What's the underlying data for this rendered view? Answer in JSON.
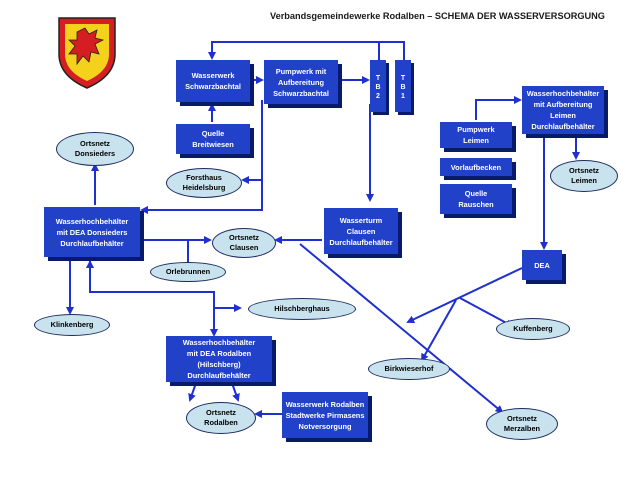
{
  "title": "Verbandsgemeindewerke Rodalben – SCHEMA DER WASSERVERSORGUNG",
  "colors": {
    "box": "#2141c8",
    "box_shadow": "#0a1a6a",
    "oval": "#c9e3ee",
    "line": "#1f2fd0",
    "crest_gold": "#f4d11b",
    "crest_red": "#d51e21"
  },
  "boxes": {
    "wasserwerk_schwarzbachtal": [
      "Wasserwerk",
      "Schwarzbachtal"
    ],
    "pumpwerk_schwarzbachtal": [
      "Pumpwerk mit",
      "Aufbereitung",
      "Schwarzbachtal"
    ],
    "quelle_breitwiesen": [
      "Quelle",
      "Breitwiesen"
    ],
    "tb2": "T B 2",
    "tb1": "T B 1",
    "pumpwerk_leimen": [
      "Pumpwerk",
      "Leimen"
    ],
    "vorlaufbecken": [
      "Vorlaufbecken"
    ],
    "quelle_rauschen": [
      "Quelle",
      "Rauschen"
    ],
    "hb_leimen": [
      "Wasserhochbehälter",
      "mit Aufbereitung",
      "Leimen",
      "Durchlaufbehälter"
    ],
    "hb_donsieders": [
      "Wasserhochbehälter",
      "mit DEA Donsieders",
      "Durchlaufbehälter"
    ],
    "wasserturm_clausen": [
      "Wasserturm",
      "Clausen",
      "Durchlaufbehälter"
    ],
    "dea": [
      "DEA"
    ],
    "hb_rodalben": [
      "Wasserhochbehälter",
      "mit DEA Rodalben",
      "(Hilschberg)",
      "Durchlaufbehälter"
    ],
    "wasserwerk_rodalben": [
      "Wasserwerk Rodalben",
      "Stadtwerke Pirmasens",
      "Notversorgung"
    ]
  },
  "ovals": {
    "ortsnetz_donsieders": [
      "Ortsnetz",
      "Donsieders"
    ],
    "forsthaus_heidelsburg": [
      "Forsthaus",
      "Heidelsburg"
    ],
    "ortsnetz_clausen": [
      "Ortsnetz",
      "Clausen"
    ],
    "orlebrunnen": [
      "Orlebrunnen"
    ],
    "ortsnetz_leimen": [
      "Ortsnetz",
      "Leimen"
    ],
    "hilschberghaus": [
      "Hilschberghaus"
    ],
    "klinkenberg": [
      "Klinkenberg"
    ],
    "kuffenberg": [
      "Kuffenberg"
    ],
    "birkwieserhof": [
      "Birkwieserhof"
    ],
    "ortsnetz_rodalben": [
      "Ortsnetz",
      "Rodalben"
    ],
    "ortsnetz_merzalben": [
      "Ortsnetz",
      "Merzalben"
    ]
  }
}
